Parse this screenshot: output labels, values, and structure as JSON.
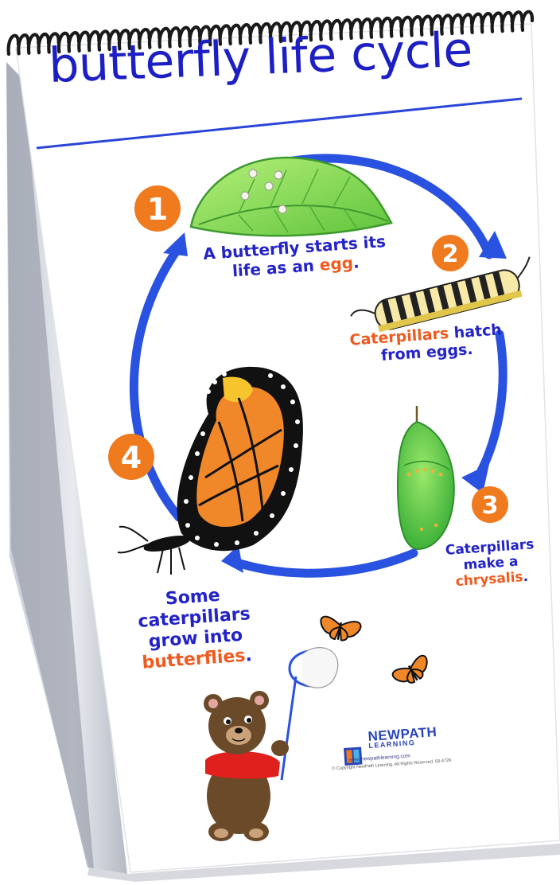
{
  "title": "butterfly life cycle",
  "steps": [
    {
      "number": "1",
      "line1_pre": "A butterfly starts its",
      "line2_pre": "life as an ",
      "highlight": "egg",
      "line2_post": "."
    },
    {
      "number": "2",
      "line1_hl": "Caterpillars",
      "line1_post": " hatch",
      "line2": "from eggs."
    },
    {
      "number": "3",
      "line1": "Caterpillars",
      "line2": "make a",
      "line3_hl": "chrysalis",
      "line3_post": "."
    },
    {
      "number": "4",
      "line1": "Some",
      "line2": "caterpillars",
      "line3": "grow into",
      "line4_hl": "butterflies",
      "line4_post": "."
    }
  ],
  "logo": {
    "name": "NEWPATH",
    "sub": "LEARNING",
    "url": "www.newpathlearning.com",
    "copyright": "© Copyright NewPath Learning. All Rights Reserved. 93-4729"
  },
  "colors": {
    "text_blue": "#2323c8",
    "highlight_orange": "#f05a1e",
    "arrow_blue": "#2a52e0",
    "badge_orange": "#f07a1e"
  }
}
